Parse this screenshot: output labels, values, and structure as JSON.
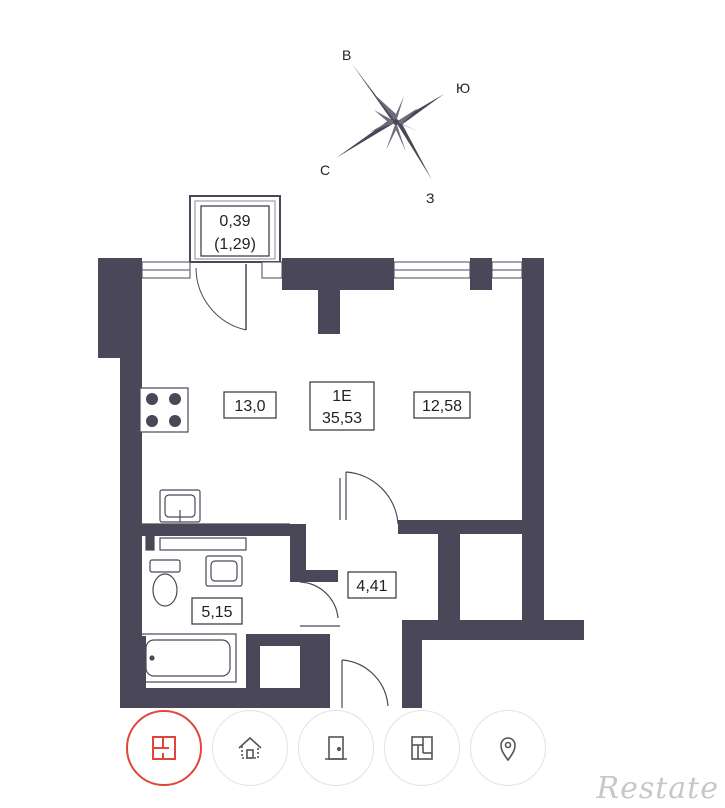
{
  "compass": {
    "n": "В",
    "e": "Ю",
    "s": "З",
    "w": "С"
  },
  "rooms": {
    "balcony_area": "0,39",
    "balcony_area_total": "(1,29)",
    "kitchen_area": "13,0",
    "flat_type": "1Е",
    "flat_area": "35,53",
    "living_area": "12,58",
    "hall_area": "4,41",
    "bath_area": "5,15"
  },
  "toolbar": [
    {
      "icon": "floorplan-icon",
      "active": true
    },
    {
      "icon": "house-icon",
      "active": false
    },
    {
      "icon": "door-icon",
      "active": false
    },
    {
      "icon": "floor-layout-icon",
      "active": false
    },
    {
      "icon": "location-pin-icon",
      "active": false
    }
  ],
  "watermark": "Restate",
  "colors": {
    "wall": "#4a4858",
    "accent": "#e0463a"
  }
}
